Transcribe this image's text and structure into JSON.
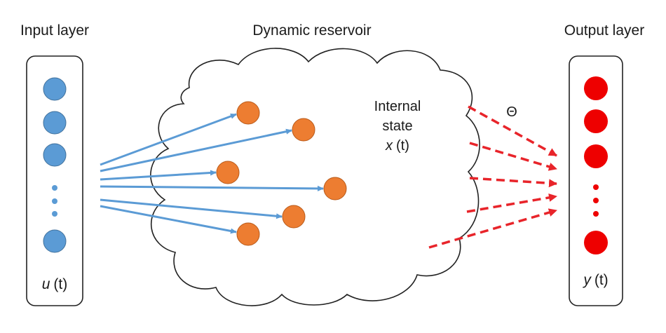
{
  "titles": {
    "input": "Input layer",
    "reservoir": "Dynamic reservoir",
    "output": "Output layer"
  },
  "reservoir": {
    "state_line1": "Internal",
    "state_line2": "state",
    "state_var": "x",
    "state_arg": "(t)"
  },
  "input": {
    "var": "u",
    "arg": "(t)"
  },
  "output": {
    "var": "y",
    "arg": "(t)",
    "weights_symbol": "Θ"
  },
  "colors": {
    "input_node": "#5b9bd5",
    "input_arrow": "#5b9bd5",
    "reservoir_node": "#ed7d31",
    "output_node": "#ee0000",
    "output_arrow": "#e8242a",
    "outline": "#222222"
  }
}
